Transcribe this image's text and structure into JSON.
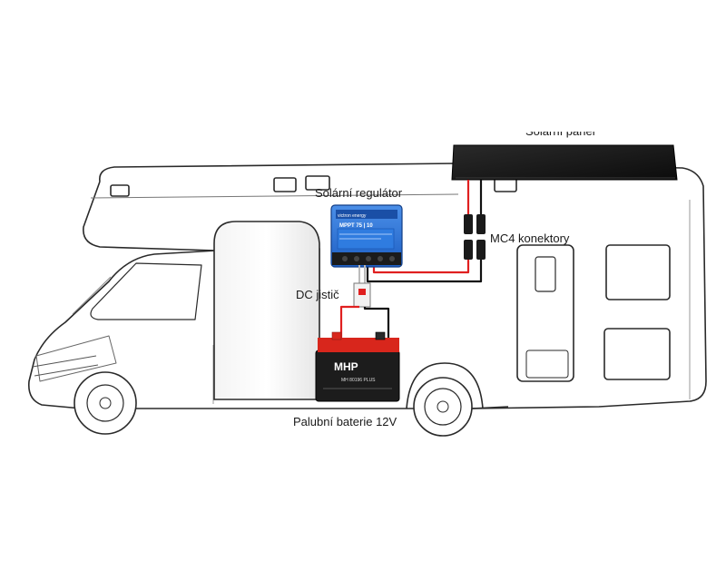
{
  "labels": {
    "solar_panel": "Solární panel",
    "regulator": "Solární regulátor",
    "mc4": "MC4 konektory",
    "dc_breaker": "DC jistič",
    "battery": "Palubní baterie 12V"
  },
  "regulator": {
    "brand": "victron energy",
    "model": "MPPT 75 | 10"
  },
  "battery": {
    "brand": "MHP",
    "model": "MH 80196 PLUS"
  },
  "colors": {
    "positive_wire": "#e02020",
    "negative_wire": "#111111",
    "regulator_blue": "#2a6fd6",
    "battery_red": "#d8261c",
    "battery_body": "#1c1c1c",
    "panel": "#151515",
    "rv_outline": "#2a2a2a"
  }
}
